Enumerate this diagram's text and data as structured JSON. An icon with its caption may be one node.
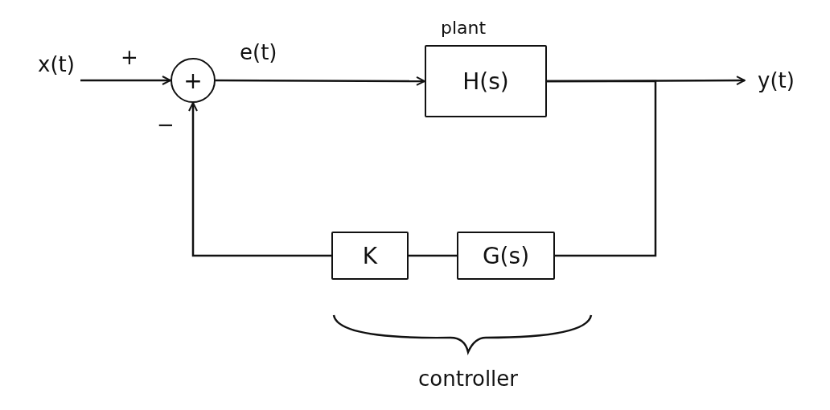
{
  "diagram": {
    "nodes": [
      {
        "text": [
          "x(t)"
        ]
      },
      {
        "text": [
          "+"
        ]
      },
      {
        "text": [
          "H(s)"
        ],
        "beside": [
          "plant"
        ]
      },
      {
        "text": [
          "y(t)"
        ]
      },
      {
        "text": [
          "K"
        ]
      },
      {
        "text": [
          "G(s)"
        ]
      }
    ],
    "edges": [
      {
        "from": 0,
        "to": 1,
        "arrow": "to",
        "label": "+"
      },
      {
        "from": 1,
        "to": 2,
        "arrow": "to",
        "label": "e(t)"
      },
      {
        "from": 2,
        "to": 3,
        "arrow": "to"
      },
      {
        "from": 2,
        "to": 5,
        "arrow": "none"
      },
      {
        "from": 5,
        "to": 4,
        "arrow": "none"
      },
      {
        "from": 4,
        "to": 1,
        "arrow": "to",
        "label": "−"
      }
    ],
    "labels": [
      "controller"
    ]
  }
}
